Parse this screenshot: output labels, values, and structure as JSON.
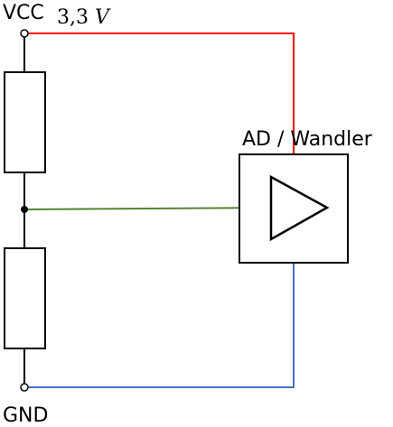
{
  "labels": {
    "vcc": "VCC",
    "voltage_value": "3,3",
    "voltage_unit": "V",
    "converter": "AD / Wandler",
    "gnd": "GND"
  },
  "colors": {
    "supply_wire": "#ff0000",
    "signal_wire": "#548235",
    "ground_wire": "#4472c4",
    "component_stroke": "#000000"
  }
}
